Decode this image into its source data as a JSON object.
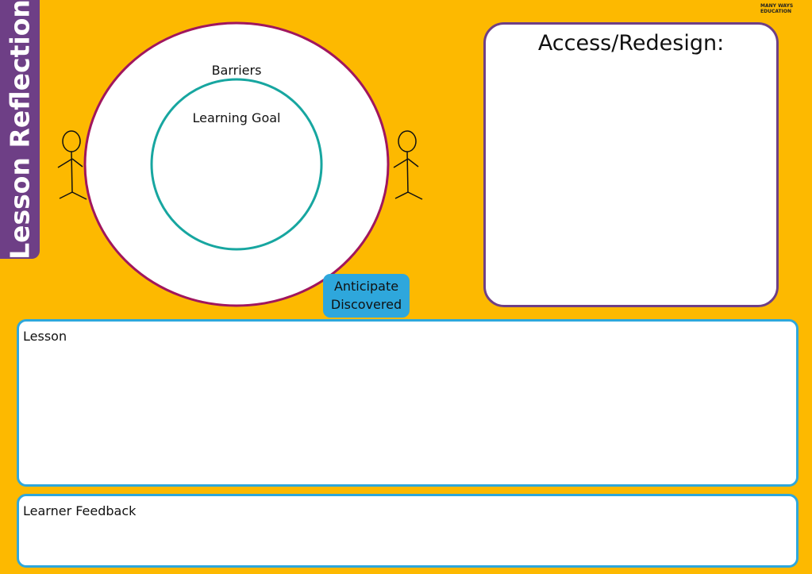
{
  "title": "Lesson Reflection",
  "logo": "MANY WAYS EDUCATION",
  "diagram": {
    "outer_label": "Barriers",
    "inner_label": "Learning Goal"
  },
  "access": {
    "title": "Access/Redesign:"
  },
  "anticipate": {
    "line1": "Anticipate",
    "line2": "Discovered"
  },
  "lesson": {
    "label": "Lesson"
  },
  "feedback": {
    "label": "Learner Feedback"
  },
  "colors": {
    "background": "#fdb900",
    "purple": "#6e3f86",
    "magenta": "#a0165e",
    "teal": "#17a6a0",
    "blue": "#2ea7dc"
  }
}
